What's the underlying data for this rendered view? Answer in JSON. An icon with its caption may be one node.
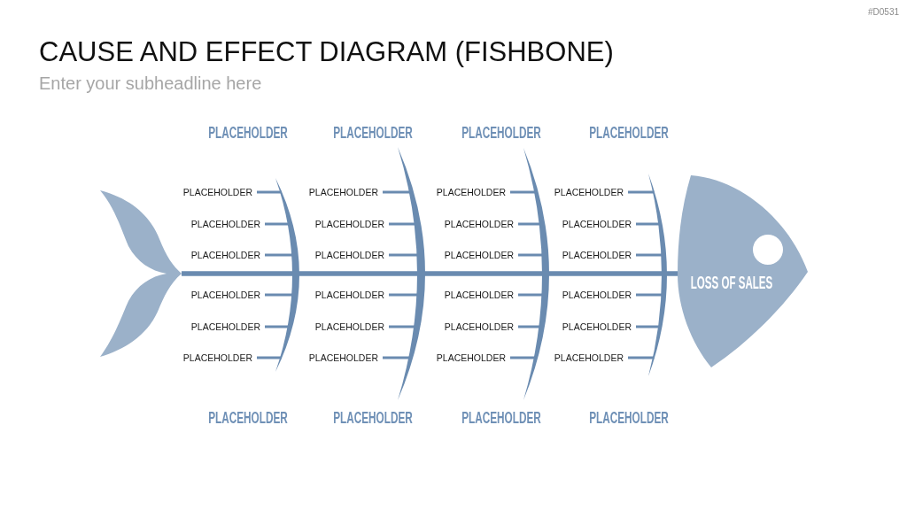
{
  "diagram": {
    "title": "CAUSE AND EFFECT DIAGRAM (FISHBONE)",
    "nodes": [
      {
        "text": [],
        "shape": "tail"
      },
      {
        "text": [],
        "shape": "bone"
      },
      {
        "text": [],
        "shape": "bone"
      },
      {
        "text": [],
        "shape": "bone"
      },
      {
        "text": [],
        "shape": "bone"
      },
      {
        "text": [
          "PLACEHOLDER"
        ]
      },
      {
        "text": [
          "PLACEHOLDER"
        ]
      },
      {
        "text": [
          "PLACEHOLDER"
        ]
      },
      {
        "text": [
          "PLACEHOLDER"
        ]
      },
      {
        "text": [
          "PLACEHOLDER"
        ]
      },
      {
        "text": [
          "PLACEHOLDER"
        ]
      },
      {
        "text": [
          "PLACEHOLDER"
        ]
      },
      {
        "text": [
          "PLACEHOLDER"
        ]
      },
      {
        "text": [
          "PLACEHOLDER"
        ]
      },
      {
        "text": [
          "PLACEHOLDER"
        ]
      },
      {
        "text": [
          "PLACEHOLDER"
        ]
      },
      {
        "text": [
          "PLACEHOLDER"
        ]
      },
      {
        "text": [
          "PLACEHOLDER"
        ]
      },
      {
        "text": [
          "PLACEHOLDER"
        ]
      },
      {
        "text": [
          "PLACEHOLDER"
        ]
      },
      {
        "text": [
          "PLACEHOLDER"
        ]
      },
      {
        "text": [
          "PLACEHOLDER"
        ]
      },
      {
        "text": [
          "PLACEHOLDER"
        ]
      },
      {
        "text": [
          "PLACEHOLDER"
        ]
      },
      {
        "text": [
          "PLACEHOLDER"
        ]
      },
      {
        "text": [
          "PLACEHOLDER"
        ]
      },
      {
        "text": [
          "PLACEHOLDER"
        ]
      },
      {
        "text": [
          "PLACEHOLDER"
        ]
      },
      {
        "text": [
          "PLACEHOLDER"
        ]
      },
      {
        "text": [
          "LOSS OF SALES"
        ]
      }
    ],
    "edges": [
      {
        "from": 0,
        "to": 29,
        "arrow": "none",
        "style": "thick"
      },
      {
        "from": 5,
        "to": 1,
        "arrow": "none"
      },
      {
        "from": 6,
        "to": 2,
        "arrow": "none"
      },
      {
        "from": 7,
        "to": 3,
        "arrow": "none"
      },
      {
        "from": 8,
        "to": 4,
        "arrow": "none"
      },
      {
        "from": 9,
        "to": 1,
        "arrow": "none"
      },
      {
        "from": 10,
        "to": 2,
        "arrow": "none"
      },
      {
        "from": 11,
        "to": 3,
        "arrow": "none"
      },
      {
        "from": 12,
        "to": 4,
        "arrow": "none"
      },
      {
        "from": 13,
        "to": 1,
        "arrow": "none"
      },
      {
        "from": 14,
        "to": 2,
        "arrow": "none"
      },
      {
        "from": 15,
        "to": 3,
        "arrow": "none"
      },
      {
        "from": 16,
        "to": 4,
        "arrow": "none"
      },
      {
        "from": 17,
        "to": 1,
        "arrow": "none"
      },
      {
        "from": 18,
        "to": 2,
        "arrow": "none"
      },
      {
        "from": 19,
        "to": 3,
        "arrow": "none"
      },
      {
        "from": 20,
        "to": 4,
        "arrow": "none"
      },
      {
        "from": 21,
        "to": 1,
        "arrow": "none"
      },
      {
        "from": 22,
        "to": 2,
        "arrow": "none"
      },
      {
        "from": 23,
        "to": 3,
        "arrow": "none"
      },
      {
        "from": 24,
        "to": 4,
        "arrow": "none"
      },
      {
        "from": 25,
        "to": 1,
        "arrow": "none"
      },
      {
        "from": 26,
        "to": 2,
        "arrow": "none"
      },
      {
        "from": 27,
        "to": 3,
        "arrow": "none"
      },
      {
        "from": 28,
        "to": 4,
        "arrow": "none"
      }
    ],
    "labels": [
      "#D0531",
      "Enter your subheadline here",
      "PLACEHOLDER",
      "PLACEHOLDER",
      "PLACEHOLDER",
      "PLACEHOLDER",
      "PLACEHOLDER",
      "PLACEHOLDER",
      "PLACEHOLDER",
      "PLACEHOLDER"
    ]
  }
}
